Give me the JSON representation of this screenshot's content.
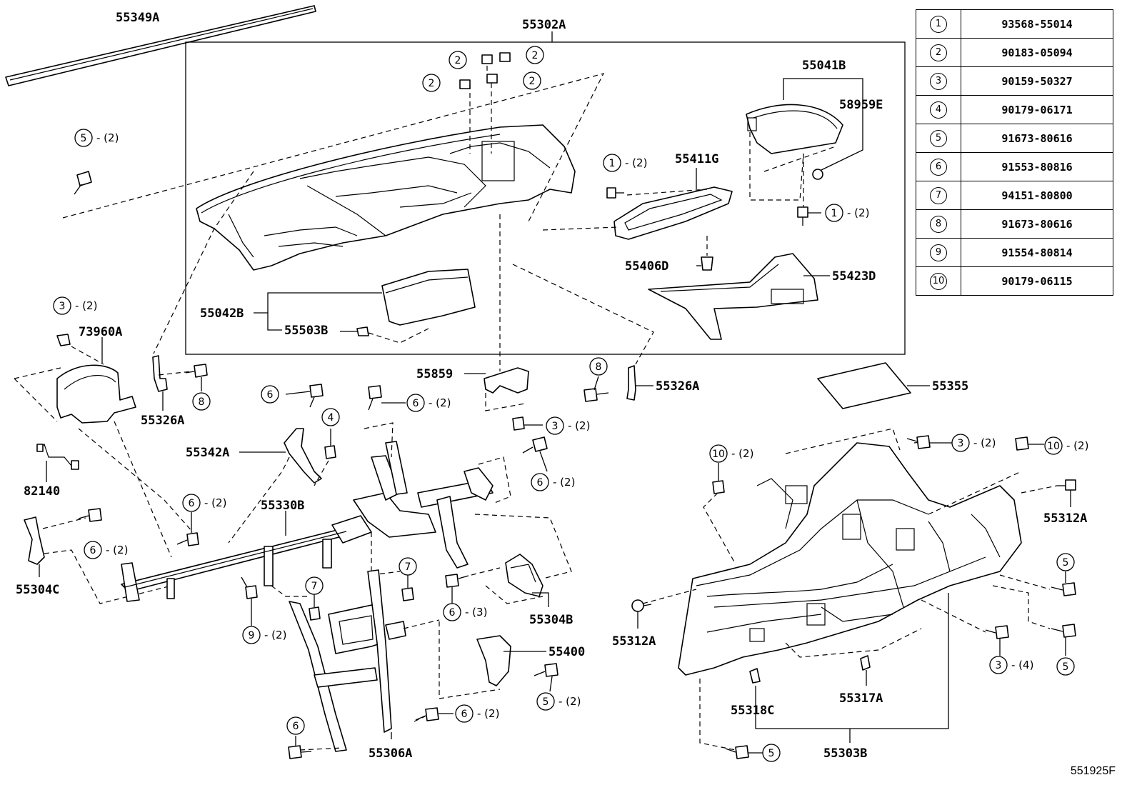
{
  "diagram_code": "551925F",
  "reference_table": [
    {
      "key": "1",
      "part_number": "93568-55014"
    },
    {
      "key": "2",
      "part_number": "90183-05094"
    },
    {
      "key": "3",
      "part_number": "90159-50327"
    },
    {
      "key": "4",
      "part_number": "90179-06171"
    },
    {
      "key": "5",
      "part_number": "91673-80616"
    },
    {
      "key": "6",
      "part_number": "91553-80816"
    },
    {
      "key": "7",
      "part_number": "94151-80800"
    },
    {
      "key": "8",
      "part_number": "91673-80616"
    },
    {
      "key": "9",
      "part_number": "91554-80814"
    },
    {
      "key": "10",
      "part_number": "90179-06115"
    }
  ],
  "part_labels": {
    "p55349A": "55349A",
    "p55302A": "55302A",
    "p55041B": "55041B",
    "p58959E": "58959E",
    "p55411G": "55411G",
    "p55406D": "55406D",
    "p55423D": "55423D",
    "p55042B": "55042B",
    "p55503B": "55503B",
    "p73960A": "73960A",
    "p55326A_left": "55326A",
    "p55326A_right": "55326A",
    "p55859": "55859",
    "p55355": "55355",
    "p55342A": "55342A",
    "p82140": "82140",
    "p55330B": "55330B",
    "p55304C": "55304C",
    "p55304B": "55304B",
    "p55400": "55400",
    "p55306A": "55306A",
    "p55312A_right": "55312A",
    "p55312A_left": "55312A",
    "p55318C": "55318C",
    "p55317A": "55317A",
    "p55303B": "55303B"
  },
  "callouts": [
    {
      "id": "c1",
      "key": "5",
      "qty": "- (2)"
    },
    {
      "id": "c2",
      "key": "2",
      "qty": ""
    },
    {
      "id": "c3",
      "key": "2",
      "qty": ""
    },
    {
      "id": "c4",
      "key": "2",
      "qty": ""
    },
    {
      "id": "c5",
      "key": "2",
      "qty": ""
    },
    {
      "id": "c6",
      "key": "1",
      "qty": "- (2)"
    },
    {
      "id": "c7",
      "key": "1",
      "qty": "- (2)"
    },
    {
      "id": "c8",
      "key": "3",
      "qty": "- (2)"
    },
    {
      "id": "c9",
      "key": "8",
      "qty": ""
    },
    {
      "id": "c10",
      "key": "6",
      "qty": ""
    },
    {
      "id": "c11",
      "key": "6",
      "qty": "- (2)"
    },
    {
      "id": "c12",
      "key": "4",
      "qty": ""
    },
    {
      "id": "c13",
      "key": "3",
      "qty": "- (2)"
    },
    {
      "id": "c14",
      "key": "8",
      "qty": ""
    },
    {
      "id": "c15",
      "key": "6",
      "qty": "- (2)"
    },
    {
      "id": "c16",
      "key": "6",
      "qty": "- (2)"
    },
    {
      "id": "c17",
      "key": "6",
      "qty": "- (2)"
    },
    {
      "id": "c18",
      "key": "7",
      "qty": ""
    },
    {
      "id": "c19",
      "key": "7",
      "qty": ""
    },
    {
      "id": "c20",
      "key": "9",
      "qty": "- (2)"
    },
    {
      "id": "c21",
      "key": "6",
      "qty": "- (3)"
    },
    {
      "id": "c22",
      "key": "5",
      "qty": "- (2)"
    },
    {
      "id": "c23",
      "key": "6",
      "qty": "- (2)"
    },
    {
      "id": "c24",
      "key": "6",
      "qty": ""
    },
    {
      "id": "c25",
      "key": "10",
      "qty": "- (2)"
    },
    {
      "id": "c26",
      "key": "3",
      "qty": "- (2)"
    },
    {
      "id": "c27",
      "key": "10",
      "qty": "- (2)"
    },
    {
      "id": "c28",
      "key": "5",
      "qty": ""
    },
    {
      "id": "c29",
      "key": "3",
      "qty": "- (4)"
    },
    {
      "id": "c30",
      "key": "5",
      "qty": ""
    },
    {
      "id": "c31",
      "key": "5",
      "qty": ""
    }
  ]
}
